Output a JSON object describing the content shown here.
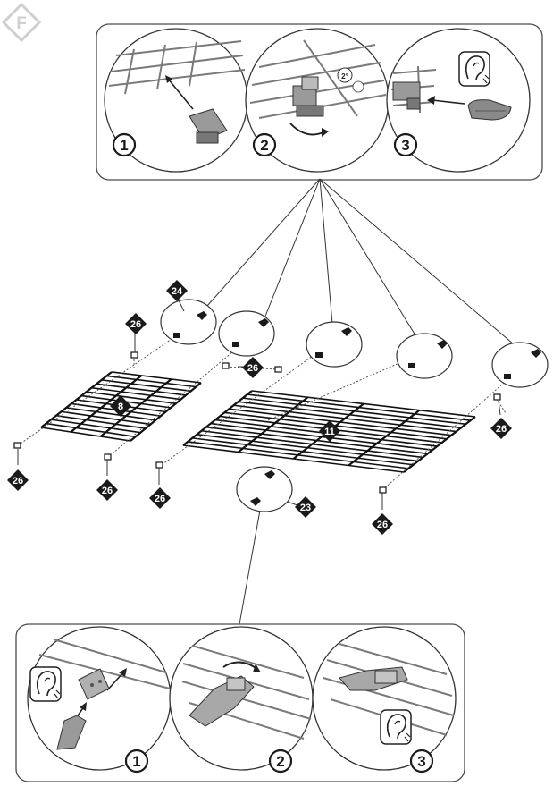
{
  "page_badge": "F",
  "top_panel": {
    "steps": [
      "1",
      "2",
      "3"
    ],
    "angle_label": "2°"
  },
  "bottom_panel": {
    "steps": [
      "1",
      "2",
      "3"
    ]
  },
  "parts": {
    "shelf_small": "8",
    "shelf_large": "11",
    "connector_top": "24",
    "connector_bottom": "23",
    "end_cap": "26"
  },
  "colors": {
    "ink": "#1a1a1a",
    "metal": "#6d6d6d",
    "panel_border": "#4a4a4a"
  }
}
